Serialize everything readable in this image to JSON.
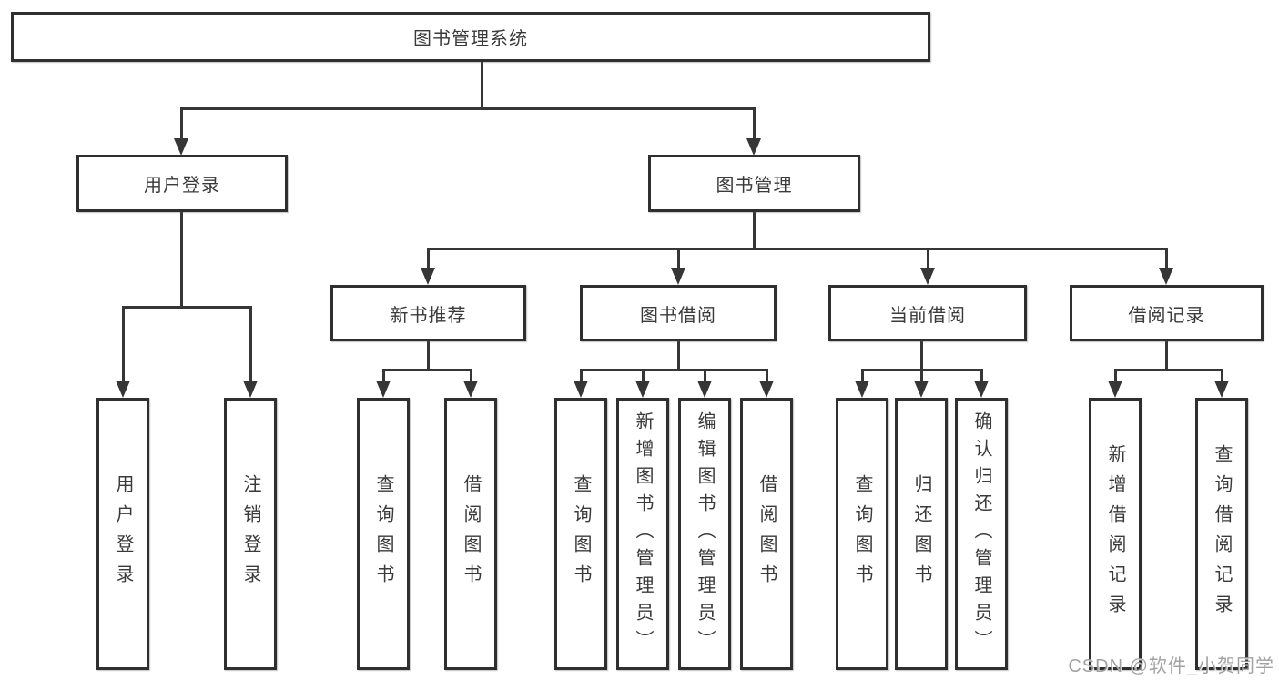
{
  "diagram": {
    "root": {
      "label": "图书管理系统"
    },
    "branches": [
      {
        "label": "用户登录",
        "leaves": [
          {
            "label": "用户登录"
          },
          {
            "label": "注销登录"
          }
        ]
      },
      {
        "label": "图书管理",
        "groups": [
          {
            "label": "新书推荐",
            "leaves": [
              {
                "label": "查询图书"
              },
              {
                "label": "借阅图书"
              }
            ]
          },
          {
            "label": "图书借阅",
            "leaves": [
              {
                "label": "查询图书"
              },
              {
                "label": "新增图书（管理员）"
              },
              {
                "label": "编辑图书（管理员）"
              },
              {
                "label": "借阅图书"
              }
            ]
          },
          {
            "label": "当前借阅",
            "leaves": [
              {
                "label": "查询图书"
              },
              {
                "label": "归还图书"
              },
              {
                "label": "确认归还（管理员）"
              }
            ]
          },
          {
            "label": "借阅记录",
            "leaves": [
              {
                "label": "新增借阅记录"
              },
              {
                "label": "查询借阅记录"
              }
            ]
          }
        ]
      }
    ]
  },
  "watermark": {
    "text": "CSDN @软件_小贺同学"
  },
  "colors": {
    "line": "#363636",
    "border": "#2f2f2f",
    "text": "#3a3a3a",
    "watermark": "#989898",
    "background": "#ffffff"
  }
}
